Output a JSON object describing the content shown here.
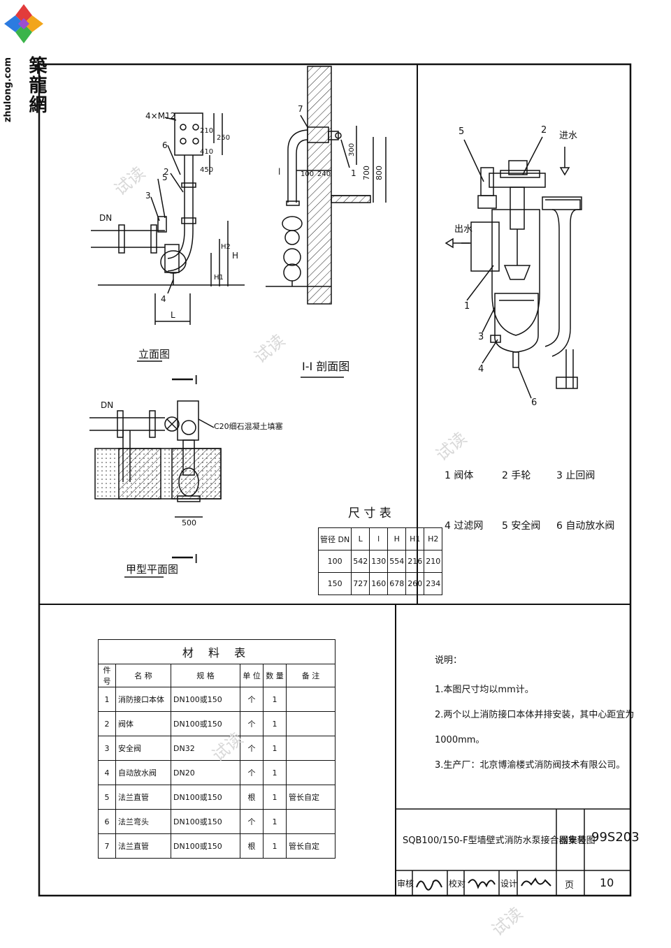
{
  "logo": {
    "chinese": "築龍網",
    "domain": "zhulong.com",
    "colors": [
      "#e23b3b",
      "#f2a51b",
      "#2c7be0",
      "#3bb44a",
      "#9b4fd1"
    ]
  },
  "drawing": {
    "elevation": {
      "title": "立面图",
      "section_mark": "I",
      "labels": {
        "bolts": "4×M12",
        "dn": "DN",
        "L": "L",
        "H": "H",
        "H1": "H1",
        "H2": "H2"
      },
      "part_numbers": [
        "6",
        "2",
        "5",
        "3",
        "4"
      ],
      "dims": [
        "210",
        "250",
        "410",
        "450"
      ]
    },
    "section": {
      "title": "I-I 剖面图",
      "labels": {
        "l": "l",
        "part7": "7",
        "part1": "1"
      },
      "dims": [
        "300",
        "700",
        "800",
        "100",
        "240"
      ]
    },
    "plan": {
      "title": "甲型平面图",
      "section_mark": "I",
      "labels": {
        "dn": "DN",
        "concrete": "C20细石混凝土填塞",
        "width": "500"
      }
    },
    "valve": {
      "labels": {
        "inlet": "进水",
        "outlet": "出水"
      },
      "part_numbers": [
        "5",
        "2",
        "1",
        "3",
        "4",
        "6"
      ]
    }
  },
  "legend": [
    {
      "num": "1",
      "text": "阀体"
    },
    {
      "num": "2",
      "text": "手轮"
    },
    {
      "num": "3",
      "text": "止回阀"
    },
    {
      "num": "4",
      "text": "过滤网"
    },
    {
      "num": "5",
      "text": "安全阀"
    },
    {
      "num": "6",
      "text": "自动放水阀"
    }
  ],
  "dimension_table": {
    "title": "尺 寸 表",
    "headers": [
      "管径 DN",
      "L",
      "l",
      "H",
      "H1",
      "H2"
    ],
    "rows": [
      [
        "100",
        "542",
        "130",
        "554",
        "216",
        "210"
      ],
      [
        "150",
        "727",
        "160",
        "678",
        "260",
        "234"
      ]
    ]
  },
  "materials_table": {
    "title": "材 料 表",
    "headers": [
      "件号",
      "名 称",
      "规 格",
      "单 位",
      "数 量",
      "备 注"
    ],
    "rows": [
      [
        "1",
        "消防接口本体",
        "DN100或150",
        "个",
        "1",
        ""
      ],
      [
        "2",
        "阀体",
        "DN100或150",
        "个",
        "1",
        ""
      ],
      [
        "3",
        "安全阀",
        "DN32",
        "个",
        "1",
        ""
      ],
      [
        "4",
        "自动放水阀",
        "DN20",
        "个",
        "1",
        ""
      ],
      [
        "5",
        "法兰直管",
        "DN100或150",
        "根",
        "1",
        "管长自定"
      ],
      [
        "6",
        "法兰弯头",
        "DN100或150",
        "个",
        "1",
        ""
      ],
      [
        "7",
        "法兰直管",
        "DN100或150",
        "根",
        "1",
        "管长自定"
      ]
    ]
  },
  "notes": {
    "title": "说明：",
    "items": [
      "1.本图尺寸均以mm计。",
      "2.两个以上消防接口本体并排安装，其中心距宜为1000mm。",
      "3.生产厂：北京博渝楼式消防阀技术有限公司。"
    ]
  },
  "title_block": {
    "drawing_title": "SQB100/150-F型墙壁式消防水泵接合器安装图",
    "atlas_label": "图集号",
    "atlas_number": "99S203",
    "review_label": "审核",
    "check_label": "校对",
    "design_label": "设计",
    "page_label": "页",
    "page_number": "10"
  },
  "watermark": "试读"
}
